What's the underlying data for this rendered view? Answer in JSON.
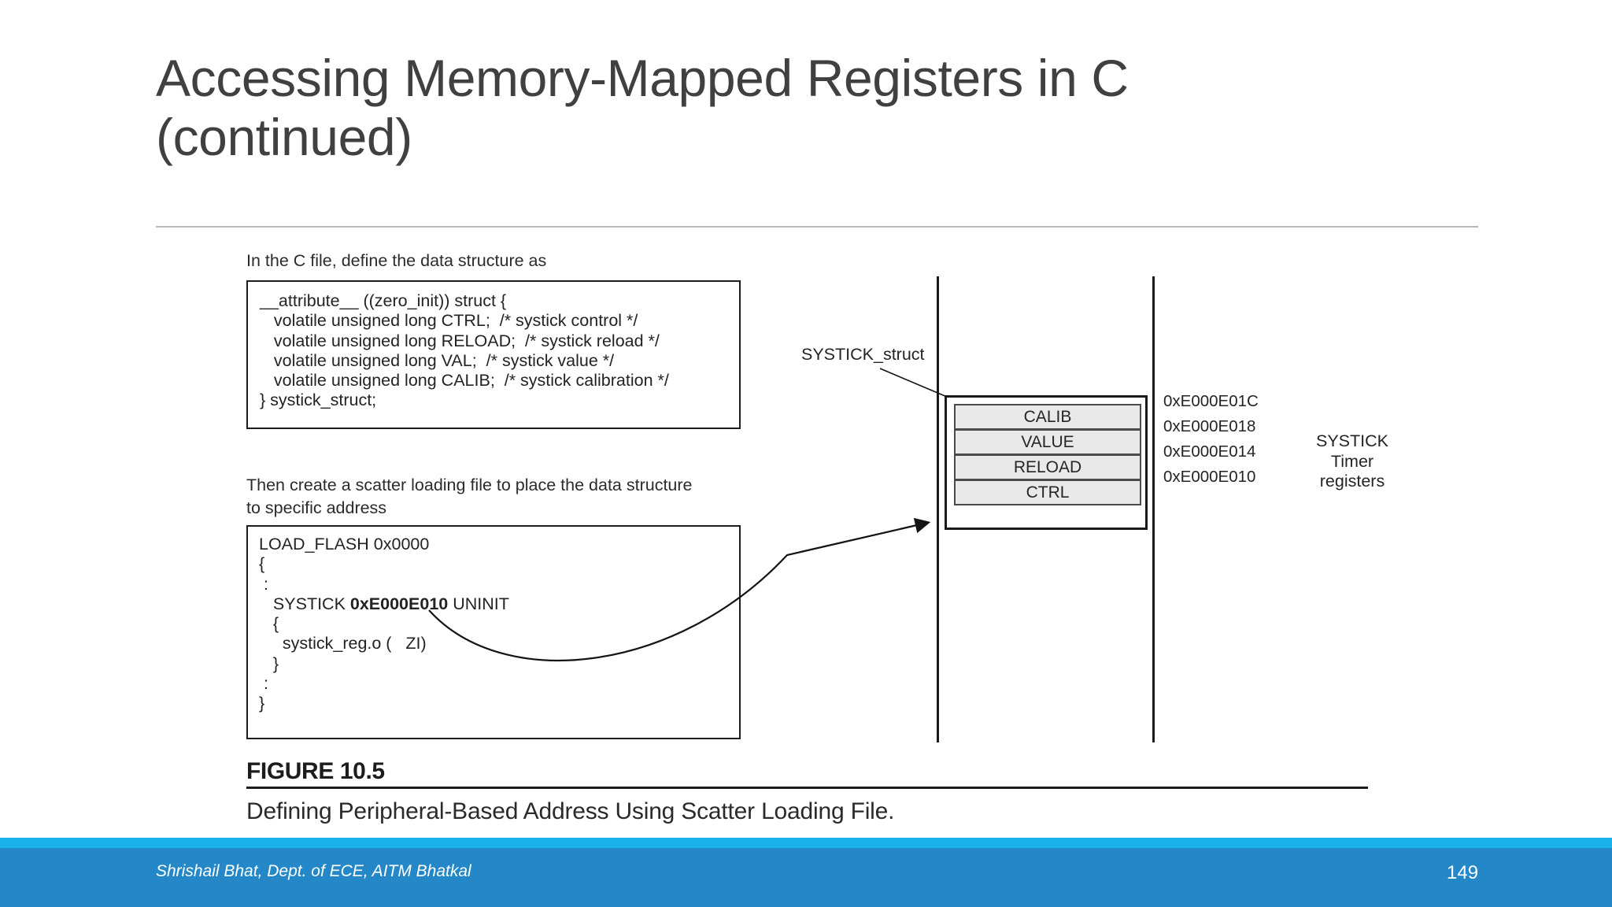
{
  "slide": {
    "title": "Accessing Memory-Mapped Registers in C\n(continued)",
    "page_number": "149",
    "footer_credit": "Shrishail Bhat, Dept. of ECE, AITM Bhatkal",
    "accent_color_light": "#1ab0eb",
    "accent_color_dark": "#2487c8",
    "title_color": "#404040"
  },
  "figure": {
    "intro_line_1": "In the C file, define the data structure as",
    "intro_line_2": "Then create a scatter loading file to place the data structure\nto specific address",
    "figure_number": "FIGURE 10.5",
    "caption": "Defining Peripheral-Based Address Using Scatter Loading File.",
    "struct_code": [
      "__attribute__ ((zero_init)) struct {",
      "   volatile unsigned long CTRL;  /* systick control */",
      "   volatile unsigned long RELOAD;  /* systick reload */",
      "   volatile unsigned long VAL;  /* systick value */",
      "   volatile unsigned long CALIB;  /* systick calibration */",
      "} systick_struct;"
    ],
    "scatter_code_lines": [
      {
        "text": "LOAD_FLASH 0x0000",
        "bold_segment": null
      },
      {
        "text": "{",
        "bold_segment": null
      },
      {
        "text": " :",
        "bold_segment": null
      },
      {
        "text": "   SYSTICK ",
        "bold_segment": "0xE000E010",
        "suffix": " UNINIT"
      },
      {
        "text": "   {",
        "bold_segment": null
      },
      {
        "text": "     systick_reg.o (   ZI)",
        "bold_segment": null
      },
      {
        "text": "   }",
        "bold_segment": null
      },
      {
        "text": " :",
        "bold_segment": null
      },
      {
        "text": "}",
        "bold_segment": null
      }
    ],
    "struct_pointer_label": "SYSTICK_struct",
    "registers_group_label": "SYSTICK\nTimer\nregisters",
    "registers": [
      {
        "name": "CALIB",
        "address": "0xE000E01C"
      },
      {
        "name": "VALUE",
        "address": "0xE000E018"
      },
      {
        "name": "RELOAD",
        "address": "0xE000E014"
      },
      {
        "name": "CTRL",
        "address": "0xE000E010"
      }
    ]
  }
}
